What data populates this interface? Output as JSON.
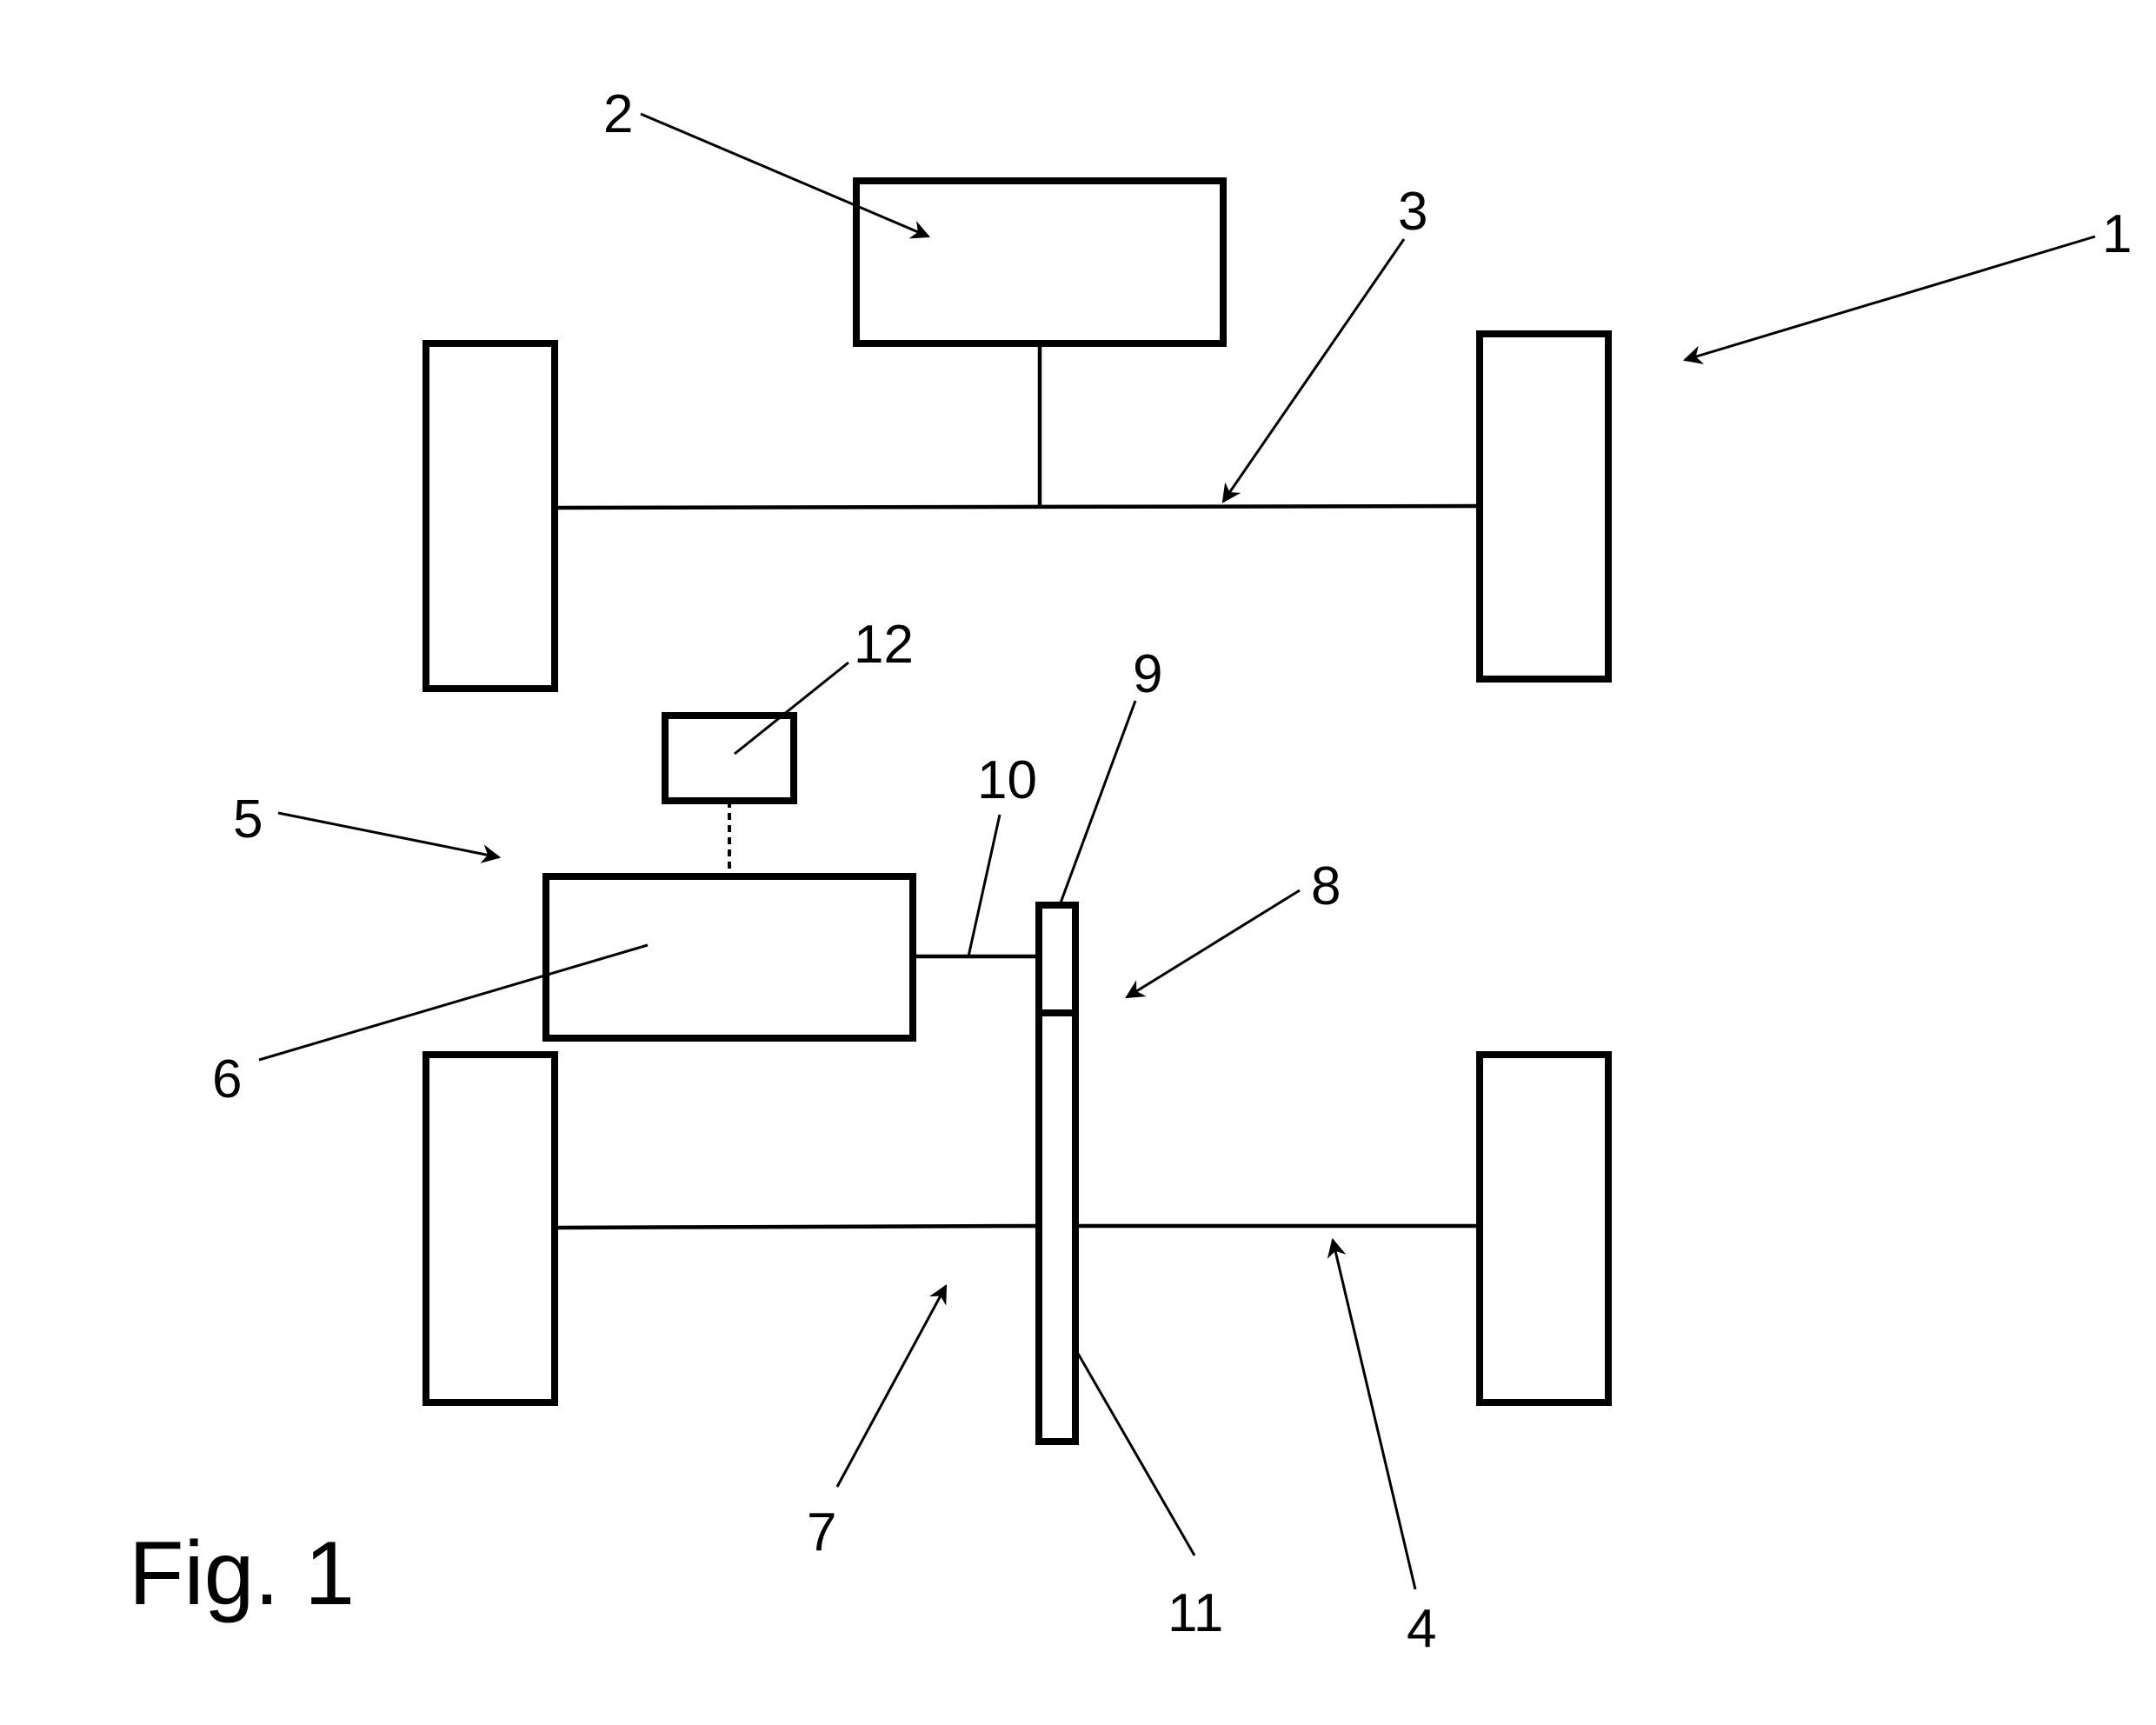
{
  "figure": {
    "caption": "Fig. 1",
    "reference_numerals": {
      "ref_1": "1",
      "ref_2": "2",
      "ref_3": "3",
      "ref_4": "4",
      "ref_5": "5",
      "ref_6": "6",
      "ref_7": "7",
      "ref_8": "8",
      "ref_9": "9",
      "ref_10": "10",
      "ref_11": "11",
      "ref_12": "12"
    }
  }
}
